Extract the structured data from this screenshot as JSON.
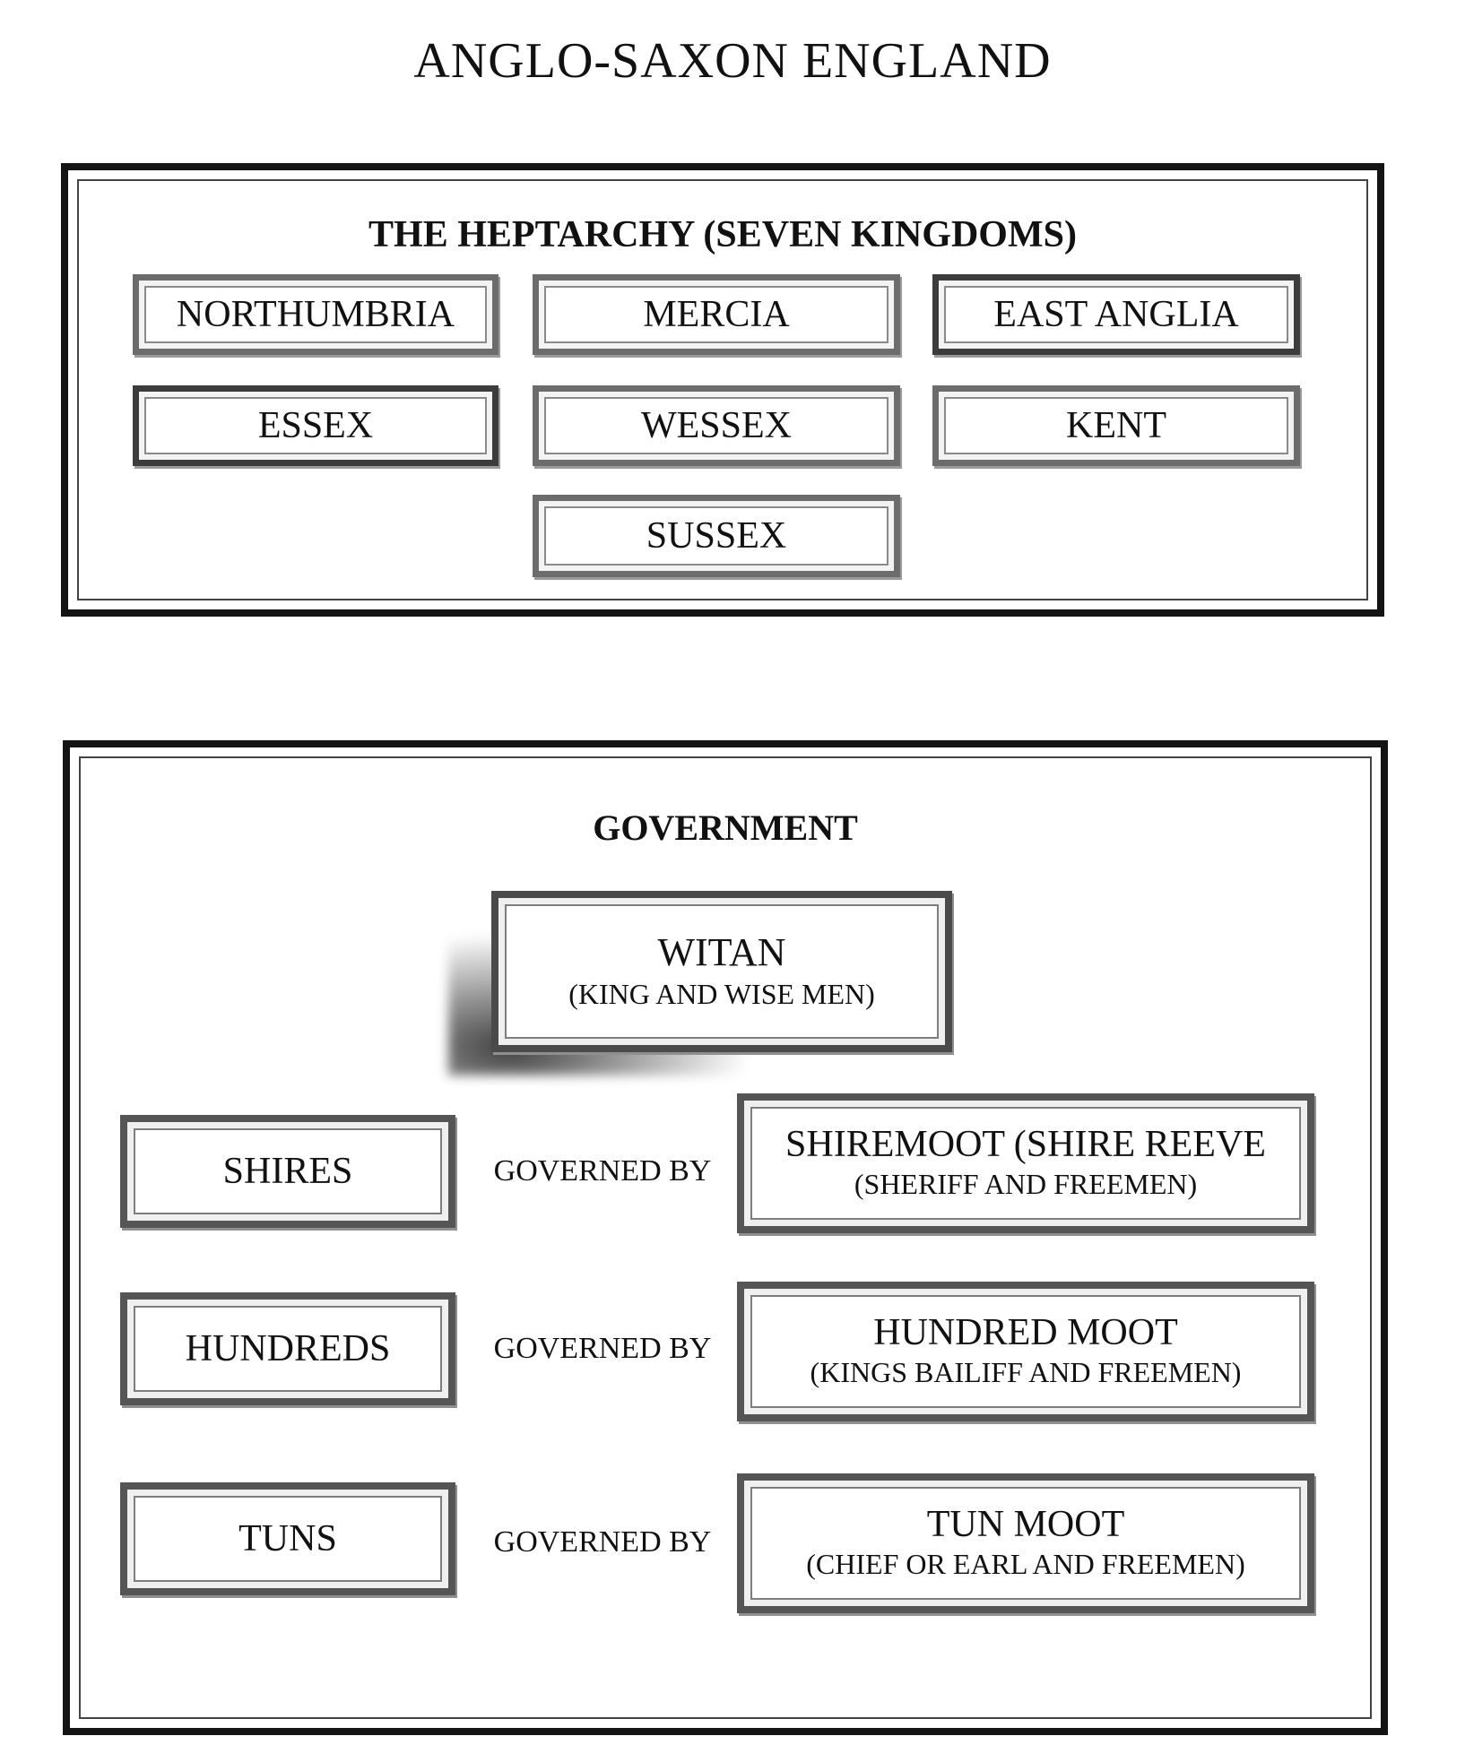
{
  "title": "ANGLO-SAXON ENGLAND",
  "heptarchy": {
    "heading": "THE HEPTARCHY (SEVEN KINGDOMS)",
    "kingdoms": [
      "NORTHUMBRIA",
      "MERCIA",
      "EAST ANGLIA",
      "ESSEX",
      "WESSEX",
      "KENT",
      "SUSSEX"
    ]
  },
  "government": {
    "heading": "GOVERNMENT",
    "witan": {
      "name": "WITAN",
      "detail": "(KING AND WISE MEN)"
    },
    "rows": [
      {
        "unit": "SHIRES",
        "relation": "GOVERNED BY",
        "body": "SHIREMOOT (SHIRE REEVE",
        "body_detail": "(SHERIFF AND FREEMEN)"
      },
      {
        "unit": "HUNDREDS",
        "relation": "GOVERNED BY",
        "body": "HUNDRED MOOT",
        "body_detail": "(KINGS BAILIFF AND FREEMEN)"
      },
      {
        "unit": "TUNS",
        "relation": "GOVERNED BY",
        "body": "TUN MOOT",
        "body_detail": "(CHIEF OR EARL AND FREEMEN)"
      }
    ]
  }
}
